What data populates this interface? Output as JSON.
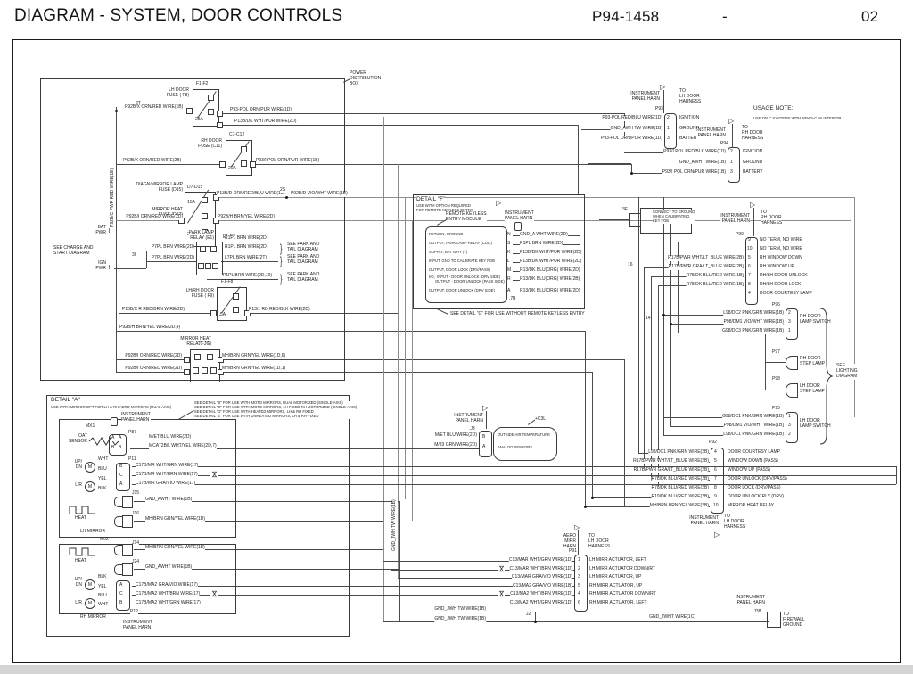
{
  "header": {
    "title": "DIAGRAM - SYSTEM, DOOR CONTROLS",
    "doc_number": "P94-1458",
    "separator": "-",
    "sheet": "02"
  },
  "usage_note": {
    "title": "USAGE NOTE:",
    "body": "USE ON C SYSTEMS WITH NEWS-CAN INTERIOR."
  },
  "power": {
    "box_label": "POWER\nDISTRIBUTION\nBOX",
    "vert_wire": "P92B/C PWR RED WIRE(1E)",
    "bat": "BAT\nPWR",
    "ign": "IGN\nPWR",
    "see_charge": "SEE CHARGE AND\nSTART DIAGRAM",
    "j_2t": "2T",
    "j_3i": "3I",
    "j_2s": "2S",
    "j_16": "16",
    "j_14": "14",
    "lh_fuse": {
      "ref": "F1-F2",
      "name": "LH DOOR\nFUSE ( F8)",
      "amps": "25A",
      "inw": "P92B/X ORN/RED WIRE(1B)",
      "out1": "P93-POL ORN/PUR WIRE(1D)",
      "out2": "P13B/DK WHT/PUR WIRE(2D)"
    },
    "rh_fuse": {
      "ref": "C7-C12",
      "name": "RH DOOR\nFUSE (C11)",
      "amps": "20A",
      "inw": "P92B/X ORN/RED WIRE(2B)",
      "out": "P93/I POL ORN/PUR WIRE(1B)"
    },
    "diag_fuse": {
      "ref": "D7-D15",
      "name1": "DIAGN/MIRROR LAMP\nFUSE (D15)",
      "name2": "MIRROR HEAT\nFUSE (D12)",
      "amps1": "15A",
      "amps2": "20A",
      "inw": "P92B/I ORN/RED WIRE(2D)",
      "out1": "P13B/D ORN/RED/BLU WIRE(1B)",
      "out2": "P92B/D VIO/WHT WIRE(1B)",
      "out3": "P92B/H BRN/YEL WIRE(2D)"
    },
    "park_relay": {
      "ref": "E1-E3",
      "name": "PARK LAMP\nRELAY (E1)",
      "in1": "P7PL BRN WIRE(2D)",
      "in2": "P7PL BRN WIRE(2D)",
      "out1": "R1PL BRN WIRE(2D)",
      "out2": "R1PL BRN WIRE(2D)",
      "out3": "L7PL BRN WIRE(2T)",
      "out4": "P1PL BRN WIRE(2D,10)",
      "see": "SEE PARK AND\nTAIL DIAGRAM",
      "brace": "}"
    },
    "lhrh_fuse": {
      "ref": "F1-F8",
      "name": "LH/RH DOOR\nFUSE ( F9)",
      "amps": "5A",
      "inw": "P13B/X R RED/BRN WIRE(2D)",
      "out": "P13/1 RD RED/BLK WIRE(2D)"
    },
    "mh_relay": {
      "ref": "J1-J6",
      "name": "MIRROR HEAT\nRELAY (J-6)",
      "in1": "P92B/I ORN/RED WIRE(2D)",
      "in2": "P92B/I ORN/RED WIRE(2D)",
      "out1": "MH/BRN GRN/YEL WIRE(1D,6)",
      "out2": "MH/BRN GRN/YEL WIRE(1D,1)",
      "byp": "P92B/H BRN/YEL WIRE(2D,4)"
    }
  },
  "p93": {
    "harn": "INSTRUMENT\nPANEL HARN",
    "to": "TO\nLH DOOR\nHARNESS",
    "ref": "P93",
    "flag": "▷",
    "rows": [
      {
        "wire": "P93-POL RED/BLU WIRE(1D)",
        "pin": "2",
        "label": "IGNITION"
      },
      {
        "wire": "GND_AWH TW WIRE(1B)",
        "pin": "1",
        "label": "GROUND"
      },
      {
        "wire": "P93-POL ORN/PUR WIRE(1D)",
        "pin": "3",
        "label": "BATTERY"
      }
    ]
  },
  "p94": {
    "harn": "INSTRUMENT\nPANEL HARN",
    "to": "TO\nRH DOOR\nHARNESS",
    "ref": "P94",
    "flag": "▷",
    "rows": [
      {
        "wire": "P93/I POL RED/BLK WIRE(1D)",
        "pin": "2",
        "label": "IGNITION"
      },
      {
        "wire": "GND_AWHT WIRE(1B)",
        "pin": "1",
        "label": "GROUND"
      },
      {
        "wire": "P93/I POL ORN/PUR WIRE(1B)",
        "pin": "3",
        "label": "BATTERY"
      }
    ]
  },
  "detail_f": {
    "title": "DETAIL \"F\"",
    "sub": "USE WITH OPTION REQUIRED\nFOR REMOTE KEYLESS ENTRY:",
    "module": "REMOTE KEYLESS\nENTRY MODULE",
    "harn": "INSTRUMENT\nPANEL HARN",
    "conn": ".7B",
    "flag": "▷",
    "rows": [
      {
        "fn": "RETURN, GROUND",
        "pin": "N",
        "wire": "GND_A WHT WIRE(2D)"
      },
      {
        "fn": "OUTPUT, PARK LAMP RELAY (COIL)",
        "pin": "S",
        "wire": "R1PL BRN WIRE(2D)"
      },
      {
        "fn": "SUPPLY, BATTERY (+)",
        "pin": "K",
        "wire": "P13B/DK WHT/PUR WIRE(2D)"
      },
      {
        "fn": "INPUT, GND TO CALIBRATE KEY FOB",
        "pin": "L",
        "wire": "P13B/DK WHT/PUR WIRE(2D)"
      },
      {
        "fn": "OUTPUT, DOOR LOCK (DRV/PASS)",
        "pin": "M",
        "wire": "R13/DK BLU(ORG) WIRE(2D)"
      },
      {
        "fn": "I/O,  INPUT - DOOR UNLOCK (DRV SIDE)\n      OUTPUT - DOOR UNLOCK (PASS SIDE)",
        "pin": "R",
        "wire": "R13/DK BLU(ORG) WIRE(2B)"
      },
      {
        "fn": "OUTPUT, DOOR UNLOCK (DRV SIDE)",
        "pin": "A",
        "wire": "R13/DK BLU(ORG) WIRE(2D)"
      }
    ],
    "see_note": "SEE DETAIL \"G\" FOR USE WITHOUT REMOTE KEYLESS ENTRY"
  },
  "calib": {
    "ref": "13F",
    "text": "CONNECT TO GROUND\nWHEN CALIBRATING\nKEY FOB"
  },
  "p90": {
    "harn": "INSTRUMENT\nPANEL HARN",
    "to": "TO\nRH DOOR\nHARNESS",
    "ref": "P90",
    "flag": "▷",
    "rows": [
      {
        "pin": "9",
        "label": "NO TERM, NO WIRE",
        "wire": ""
      },
      {
        "pin": "10",
        "label": "NO TERM, NO WIRE",
        "wire": ""
      },
      {
        "pin": "5",
        "label": "RH WINDOW DOWN",
        "wire": "R17B/PWR WHT/LT_BLUE WIRE(2B)"
      },
      {
        "pin": "6",
        "label": "RH WINDOW UP",
        "wire": "R17B/PWR GRA/LT_BLUE WIRE(2B)"
      },
      {
        "pin": "7",
        "label": "RH/LH DOOR UNLOCK",
        "wire": "R78/DK BLU/RED WIRE(1B)"
      },
      {
        "pin": "8",
        "label": "RH/LH DOOR LOCK",
        "wire": "R78/DK BLU/RED WIRE(1B)"
      },
      {
        "pin": "4",
        "label": "DOOR COURTESY LAMP",
        "wire": ""
      }
    ]
  },
  "lighting": {
    "see": "SEE\nLIGHTING\nDIAGRAM",
    "p96": {
      "ref": "P96",
      "name": "RH DOOR\nLAMP SWITCH",
      "pins": [
        "2",
        "3",
        "1"
      ],
      "wires": [
        "L98/DC2 PNK/GRN WIRE(1B)",
        "P98/DM1 VIO/WHT WIRE(1B)",
        "G98/DC3 PNK/GRN WIRE(1B)"
      ]
    },
    "p97": {
      "ref": "P97",
      "name": "RH DOOR\nSTEP LAMP"
    },
    "p98": {
      "ref": "P98",
      "name": "LH DOOR\nSTEP LAMP"
    },
    "p95": {
      "ref": "P95",
      "name": "LH DOOR\nLAMP SWITCH",
      "pins": [
        "1",
        "3",
        "2"
      ],
      "wires": [
        "G98/DC1 PNK/GRN WIRE(1B)",
        "P98/DM1 VIO/WHT WIRE(1B)",
        "L98/DC1 PNK/GRN WIRE(1B)"
      ]
    }
  },
  "p92": {
    "ref": "P92",
    "harn": "INSTRUMENT\nPANEL HARN",
    "to": "TO\nLH DOOR\nHARNESS",
    "flag": "▷",
    "rows": [
      {
        "pin": "4",
        "label": "DOOR COURTESY LAMP",
        "wire": "L98/DC1 PNK/GRN WIRE(2B)"
      },
      {
        "pin": "5",
        "label": "WINDOW DOWN (PASS)",
        "wire": "R17B/PWR WHT/LT_BLUE WIRE(2B)"
      },
      {
        "pin": "6",
        "label": "WINDOW UP (PASS)",
        "wire": "R17B/PWR GRA/LT_BLUE WIRE(2B)"
      },
      {
        "pin": "7",
        "label": "DOOR UNLOCK (DRV/PASS)",
        "wire": "R78/DK BLU/RED WIRE(2B)"
      },
      {
        "pin": "8",
        "label": "DOOR LOCK (DRV/PASS)",
        "wire": "R78/DK BLU/RED WIRE(2B)"
      },
      {
        "pin": "9",
        "label": "DOOR UNLOCK RLY (DRV)",
        "wire": "R19/DK BLU/RED WIRE(2B)"
      },
      {
        "pin": "10",
        "label": "MIRROR HEAT RELAY",
        "wire": "MH/BRN BRN/YEL WIRE(2B)"
      }
    ]
  },
  "oat": {
    "harn": "INSTRUMENT\nPANEL HARN",
    "ref": ".J3",
    "flag": "▷",
    "tag": "+C3L",
    "cloud1": "OUTSIDE AIR TEMPERATURE",
    "cloud2": "ANALOG SENSORS",
    "pins": [
      "B",
      "A"
    ],
    "wires": [
      "M/ET BLU WIRE(2D)",
      "M/33 GRN WIRE(2D)"
    ]
  },
  "detail_a": {
    "title": "DETAIL \"A\"",
    "sub": "USE WITH MIRROR OPT FOR LH & RH AERO MIRRORS (DUAL AXIS)",
    "notes": "SEE DETAIL \"B\" FOR USE WITH MOTO MIRRORS, DUAL MOTORIZED (SINGLE-AXIS)\nSEE DETAIL \"C\" FOR USE WITH MOTO MIRRORS, LH FIXED-RH MOTORIZED (SINGLE-AXIS)\nSEE DETAIL \"D\" FOR USE WITH HEATED MIRRORS, LH & RH FIXED\nSEE DETAIL \"E\" FOR USE WITH UNHEATED MIRRORS, LH & RH FIXED",
    "harn_top": "INSTRUMENT\nPANEL HARN",
    "harn_bottom": "INSTRUMENT\nPANEL HARN",
    "mx1": "MX1",
    "m02": "M02",
    "oat_sensor": "OAT\nSENSOR",
    "lh_mirror": "LH MIRROR",
    "rh_mirror": "RH MIRROR",
    "heat": "HEAT",
    "m": "M",
    "updn": "UP/\nDN",
    "lr": "L/R",
    "wht": "WHT",
    "blu": "BLU",
    "yel": "YEL",
    "blk": "BLK",
    "p87": {
      "ref": "P87",
      "pa": "A",
      "pb": "B",
      "w1": "M/ET BLU WIRE(2D)",
      "w2": "MCAT2B/L WHT/YEL WIRE(2D,7)"
    },
    "p11": {
      "ref": "P11",
      "pins": [
        "B",
        "C",
        "A"
      ],
      "wires": [
        "C17B/MR WHT/GRN WIRE(17)",
        "C17B/MR WHT/BRN WIRE(17)",
        "C17B/MR GRA/VIO WIRE(17)"
      ]
    },
    "j15": {
      "ref": "J15",
      "wire": "GND_AWHT WIRE(1B)"
    },
    "j16": {
      "ref": "J16",
      "wire": "MH/BRN GRN/YEL WIRE(1D)"
    },
    "j14": {
      "ref": "J14",
      "wire": "MH/BRN GRN/YEL WIRE(1B)"
    },
    "j24": {
      "ref": "J24",
      "wire": "GND_AWHT WIRE(1B)"
    },
    "p12": {
      "ref": "P12",
      "pins": [
        "A",
        "C",
        "B"
      ],
      "wires": [
        "C17B/MA2 GRA/VIO WIRE(17)",
        "C17B/MA2 WHT/BRN WIRE(17)",
        "C17B/MA2 WHT/GRN WIRE(17)"
      ]
    }
  },
  "p91": {
    "ref": "P91",
    "harn": "AERO\nMIRR\nHARN",
    "to": "TO\nLH DOOR\nHARNESS",
    "flag": "▷",
    "rows": [
      {
        "pin": "1",
        "label": "LH MIRR ACTUATOR, LEFT",
        "wire": "C13/MAR WHT/GRN WIRE(1D)"
      },
      {
        "pin": "2",
        "label": "LH MIRR ACTUATOR DOWN/RT",
        "wire": "C13/MAR WHT/BRN WIRE(1D)"
      },
      {
        "pin": "3",
        "label": "LH MIRR ACTUATOR, UP",
        "wire": "C13/MAR GRA/VIO WIRE(1D)"
      },
      {
        "pin": "5",
        "label": "RH MIRR ACTUATOR, UP",
        "wire": "C13/MA2 GRA/VIO WIRE(1B)"
      },
      {
        "pin": "4",
        "label": "RH MIRR ACTUATOR DOWN/RT",
        "wire": "C13/MA2 WHT/BRN WIRE(1D)"
      },
      {
        "pin": "6",
        "label": "RH MIRR ACTUATOR, LEFT",
        "wire": "C13/MA2 WHT/GRN WIRE(1D)"
      }
    ]
  },
  "ground": {
    "harn": "INSTRUMENT\nPANEL HARN",
    "ref": ".J38",
    "to": "TO\nFIREWALL\nGROUND",
    "wire": "GND_JWHT WIRE(1C)",
    "g1": "GND_JWH TW WIRE(1B)",
    "g2": "GND_JWH TW WIRE(1B)",
    "gvert": "GND_JWH TW WIRE(1B)",
    "j2": "J2"
  }
}
